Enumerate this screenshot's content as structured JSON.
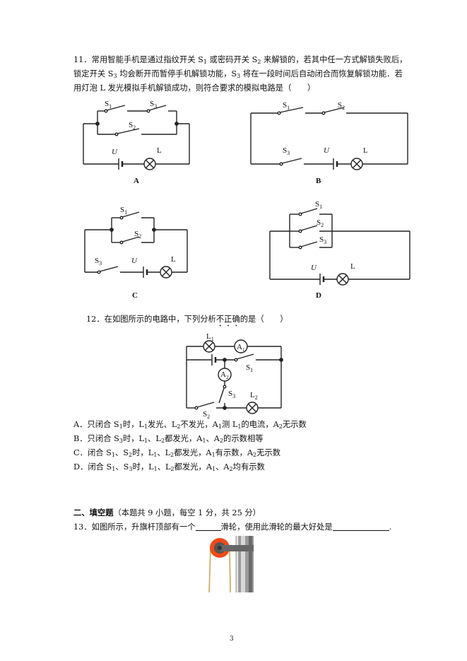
{
  "q11": {
    "line1": [
      "11．常用智能手机是通过指纹开关 S",
      "1",
      " 或密码开关 S",
      "2",
      " 来解锁的，若其中任一方式解锁失败后，"
    ],
    "line2": [
      "锁定开关 S",
      "3",
      " 均会断开而暂停手机解锁功能，S",
      "3",
      " 将在一段时间后自动闭合而恢复解锁功能．若"
    ],
    "line3": "用灯泡 L 发光模拟手机解锁成功，则符合要求的模拟电路是（　　）",
    "options": [
      "A",
      "B",
      "C",
      "D"
    ]
  },
  "circuit_labels": {
    "S": "S",
    "U": "U",
    "L": "L",
    "A": "A",
    "n1": "1",
    "n2": "2",
    "n3": "3"
  },
  "q12": {
    "stem_before": "12．在如图所示的电路中，下列分析",
    "stem_emph": "不正确",
    "stem_after": "的是（　　）",
    "options": [
      [
        "A．只闭合 S",
        "1",
        "时，L",
        "1",
        "发光、L",
        "2",
        "不发光，A",
        "1",
        "测 L",
        "1",
        "的电流，A",
        "2",
        "无示数"
      ],
      [
        "B．只闭合 S",
        "3",
        "时，L",
        "1",
        "、L",
        "2",
        "都发光，A",
        "1",
        "、A",
        "2",
        "的示数相等"
      ],
      [
        "C．闭合 S",
        "1",
        "、S",
        "2",
        "时，L",
        "1",
        "、L",
        "2",
        "都发光，A",
        "1",
        "有示数，A",
        "2",
        "无示数"
      ],
      [
        "D．闭合 S",
        "1",
        "、S",
        "3",
        "时，L",
        "1",
        "、L",
        "2",
        "都发光，A",
        "1",
        "、A",
        "2",
        "均有示数"
      ]
    ]
  },
  "section2": {
    "title": "二、填空题",
    "note": "（本题共 9 小题，每空 1 分，共 25 分）"
  },
  "q13": {
    "part1": "13．如图所示，升旗杆顶部有一个",
    "part2": "滑轮，使用此滑轮的最大好处是",
    "end": "."
  },
  "page_number": "3"
}
